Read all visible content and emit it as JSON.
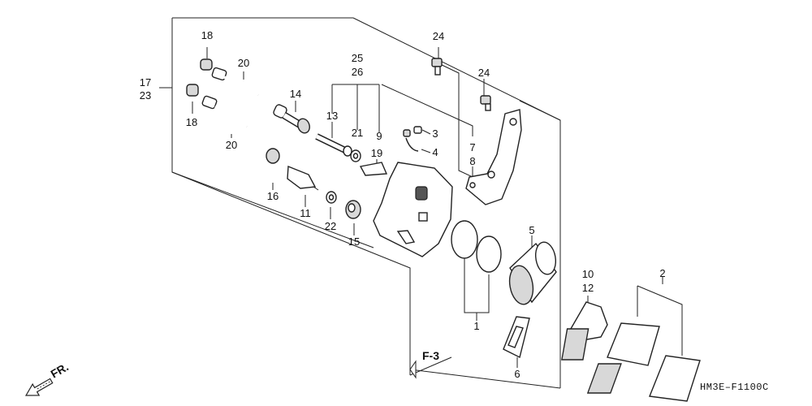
{
  "diagram": {
    "part_labels": [
      "18",
      "20",
      "17",
      "23",
      "18",
      "20",
      "14",
      "13",
      "25",
      "26",
      "21",
      "9",
      "3",
      "4",
      "19",
      "24",
      "24",
      "7",
      "8",
      "16",
      "11",
      "22",
      "15",
      "5",
      "1",
      "10",
      "12",
      "2",
      "6"
    ],
    "section_ref": "F-3",
    "direction_label": "FR.",
    "drawing_code": "HM3E–F1100C"
  }
}
